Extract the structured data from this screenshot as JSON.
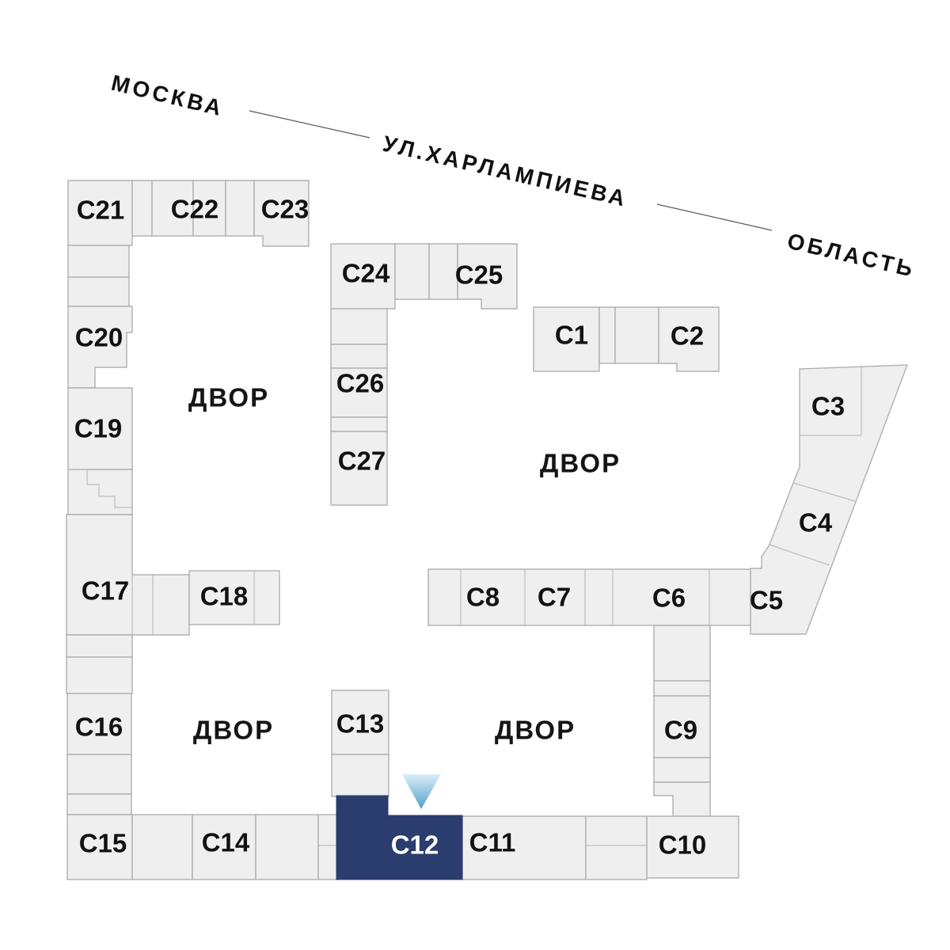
{
  "map": {
    "streets": {
      "city_label": "МОСКВА",
      "street_label": "УЛ.ХАРЛАМПИЕВА",
      "region_label": "ОБЛАСТЬ"
    },
    "courtyards": {
      "top_left": "ДВОР",
      "right": "ДВОР",
      "bottom_left": "ДВОР",
      "bottom_center": "ДВОР"
    },
    "buildings": {
      "c1": "С1",
      "c2": "С2",
      "c3": "С3",
      "c4": "С4",
      "c5": "С5",
      "c6": "С6",
      "c7": "С7",
      "c8": "С8",
      "c9": "С9",
      "c10": "С10",
      "c11": "С11",
      "c12": "С12",
      "c13": "С13",
      "c14": "С14",
      "c15": "С15",
      "c16": "С16",
      "c17": "С17",
      "c18": "С18",
      "c19": "С19",
      "c20": "С20",
      "c21": "С21",
      "c22": "С22",
      "c23": "С23",
      "c24": "С24",
      "c25": "С25",
      "c26": "С26",
      "c27": "С27"
    },
    "selected_building": "С12",
    "colors": {
      "building_fill": "#efeff0",
      "building_stroke": "#b0b0b0",
      "selected_fill": "#2b3d6e",
      "selected_text": "#ffffff",
      "label_text": "#121212",
      "arrow_gradient_top": "#daeef8",
      "arrow_gradient_bottom": "#54a0c9"
    }
  }
}
